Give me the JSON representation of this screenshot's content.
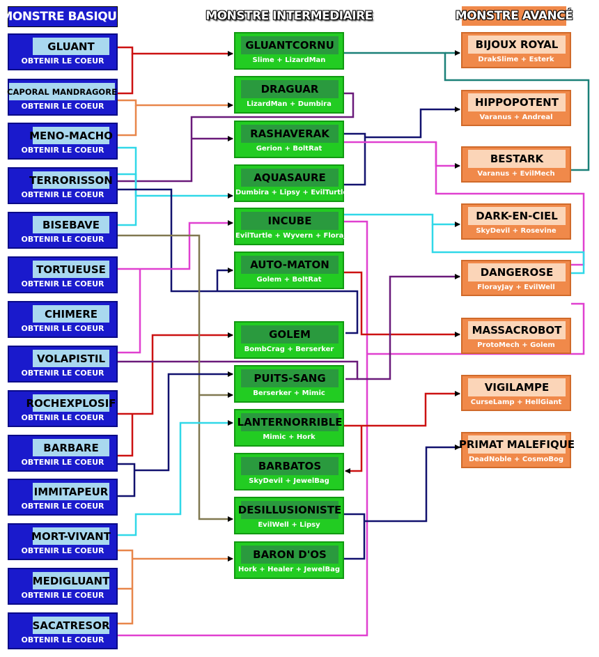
{
  "headers": {
    "basic": "MONSTRE BASIQUE",
    "intermediate": "MONSTRE INTERMEDIAIRE",
    "advanced": "MONSTRE AVANCÉ"
  },
  "basic_monsters": [
    {
      "name": "GLUANT",
      "action": "OBTENIR LE COEUR"
    },
    {
      "name": "CAPORAL MANDRAGORE",
      "action": "OBTENIR LE COEUR"
    },
    {
      "name": "MENO-MACHO",
      "action": "OBTENIR LE COEUR"
    },
    {
      "name": "TERRORISSON",
      "action": "OBTENIR LE COEUR"
    },
    {
      "name": "BISEBAVE",
      "action": "OBTENIR LE COEUR"
    },
    {
      "name": "TORTUEUSE",
      "action": "OBTENIR LE COEUR"
    },
    {
      "name": "CHIMERE",
      "action": "OBTENIR LE COEUR"
    },
    {
      "name": "VOLAPISTIL",
      "action": "OBTENIR LE COEUR"
    },
    {
      "name": "ROCHEXPLOSIF",
      "action": "OBTENIR LE COEUR"
    },
    {
      "name": "BARBARE",
      "action": "OBTENIR LE COEUR"
    },
    {
      "name": "IMMITAPEUR",
      "action": "OBTENIR LE COEUR"
    },
    {
      "name": "MORT-VIVANT",
      "action": "OBTENIR LE COEUR"
    },
    {
      "name": "MEDIGLUANT",
      "action": "OBTENIR LE COEUR"
    },
    {
      "name": "SACATRESOR",
      "action": "OBTENIR LE COEUR"
    }
  ],
  "intermediate_monsters": [
    {
      "name": "GLUANTCORNU",
      "recipe": "Slime + LizardMan"
    },
    {
      "name": "DRAGUAR",
      "recipe": "LizardMan + Dumbira"
    },
    {
      "name": "RASHAVERAK",
      "recipe": "Gerion + BoltRat"
    },
    {
      "name": "AQUASAURE",
      "recipe": "Dumbira + Lipsy + EvilTurtle"
    },
    {
      "name": "INCUBE",
      "recipe": "EvilTurtle + Wyvern + Florajay"
    },
    {
      "name": "AUTO-MATON",
      "recipe": "Golem + BoltRat"
    },
    {
      "name": "GOLEM",
      "recipe": "BombCrag + Berserker"
    },
    {
      "name": "PUITS-SANG",
      "recipe": "Berserker + Mimic"
    },
    {
      "name": "LANTERNORRIBLE",
      "recipe": "Mimic + Hork"
    },
    {
      "name": "BARBATOS",
      "recipe": "SkyDevil + JewelBag"
    },
    {
      "name": "DESILLUSIONISTE",
      "recipe": "EvilWell + Lipsy"
    },
    {
      "name": "BARON D'OS",
      "recipe": "Hork + Healer + JewelBag"
    }
  ],
  "advanced_monsters": [
    {
      "name": "BIJOUX ROYAL",
      "recipe": "DrakSlime + Esterk"
    },
    {
      "name": "HIPPOPOTENT",
      "recipe": "Varanus + Andreal"
    },
    {
      "name": "BESTARK",
      "recipe": "Varanus + EvilMech"
    },
    {
      "name": "DARK-EN-CIEL",
      "recipe": "SkyDevil + Rosevine"
    },
    {
      "name": "DANGEROSE",
      "recipe": "FlorayJay + EvilWell"
    },
    {
      "name": "MASSACROBOT",
      "recipe": "ProtoMech + Golem"
    },
    {
      "name": "VIGILAMPE",
      "recipe": "CurseLamp + HellGiant"
    },
    {
      "name": "PRIMAT MALEFIQUE",
      "recipe": "DeadNoble + CosmoBog"
    }
  ],
  "colors": {
    "basic_fill": "#1a1acc",
    "basic_label": "#a9d8ef",
    "intermediate_fill": "#22cc22",
    "intermediate_label": "#2a9a3e",
    "advanced_fill": "#f0894a",
    "advanced_label": "#fbd5b8",
    "link_red": "#cc1111",
    "link_orange": "#e8864a",
    "link_navy": "#11116e",
    "link_purple": "#6a1a7a",
    "link_magenta": "#e040d0",
    "link_cyan": "#30d8e8",
    "link_teal": "#1a8078",
    "link_olive": "#807850"
  }
}
